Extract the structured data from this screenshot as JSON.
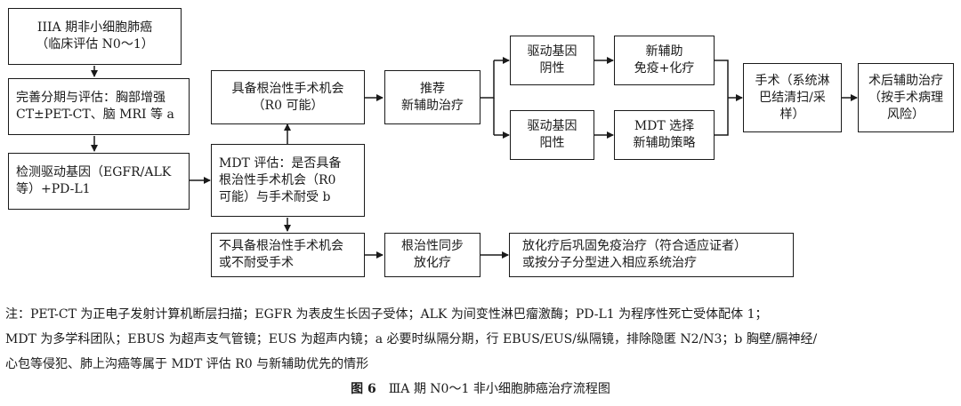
{
  "boxes": {
    "stage": [
      "IIIA 期非小细胞肺癌",
      "（临床评估 N0～1）"
    ],
    "staging": [
      "完善分期与评估：胸部增强",
      "CT±PET-CT、脑 MRI 等 a"
    ],
    "driver": [
      "检测驱动基因（EGFR/ALK",
      "等）+PD-L1"
    ],
    "resectable": [
      "具备根治性手术机会",
      "（R0 可能）"
    ],
    "mdt": [
      "MDT 评估：是否具备",
      "根治性手术机会（R0",
      "可能）与手术耐受 b"
    ],
    "unresectable": [
      "不具备根治性手术机会",
      "或不耐受手术"
    ],
    "neoadj": [
      "推荐",
      "新辅助治疗"
    ],
    "neg": [
      "驱动基因",
      "阴性"
    ],
    "pos": [
      "驱动基因",
      "阳性"
    ],
    "immuno": [
      "新辅助",
      "免疫+化疗"
    ],
    "mdtselect": [
      "MDT 选择",
      "新辅助策略"
    ],
    "surgery": [
      "手术（系统淋",
      "巴结清扫/采",
      "样）"
    ],
    "postop": [
      "术后辅助治疗",
      "（按手术病理",
      "风险）"
    ],
    "crt": [
      "根治性同步",
      "放化疗"
    ],
    "consol": [
      "放化疗后巩固免疫治疗（符合适应证者）",
      "或按分子分型进入相应系统治疗"
    ]
  },
  "notes": [
    "注：PET-CT 为正电子发射计算机断层扫描；EGFR 为表皮生长因子受体；ALK 为间变性淋巴瘤激酶；PD-L1 为程序性死亡受体配体 1；",
    "MDT 为多学科团队；EBUS 为超声支气管镜；EUS 为超声内镜；a 必要时纵隔分期，行 EBUS/EUS/纵隔镜，排除隐匿 N2/N3；b 胸壁/膈神经/",
    "心包等侵犯、肺上沟癌等属于 MDT 评估 R0 与新辅助优先的情形"
  ],
  "caption": {
    "label": "图 6",
    "title": "ⅢA 期 N0～1 非小细胞肺癌治疗流程图"
  }
}
